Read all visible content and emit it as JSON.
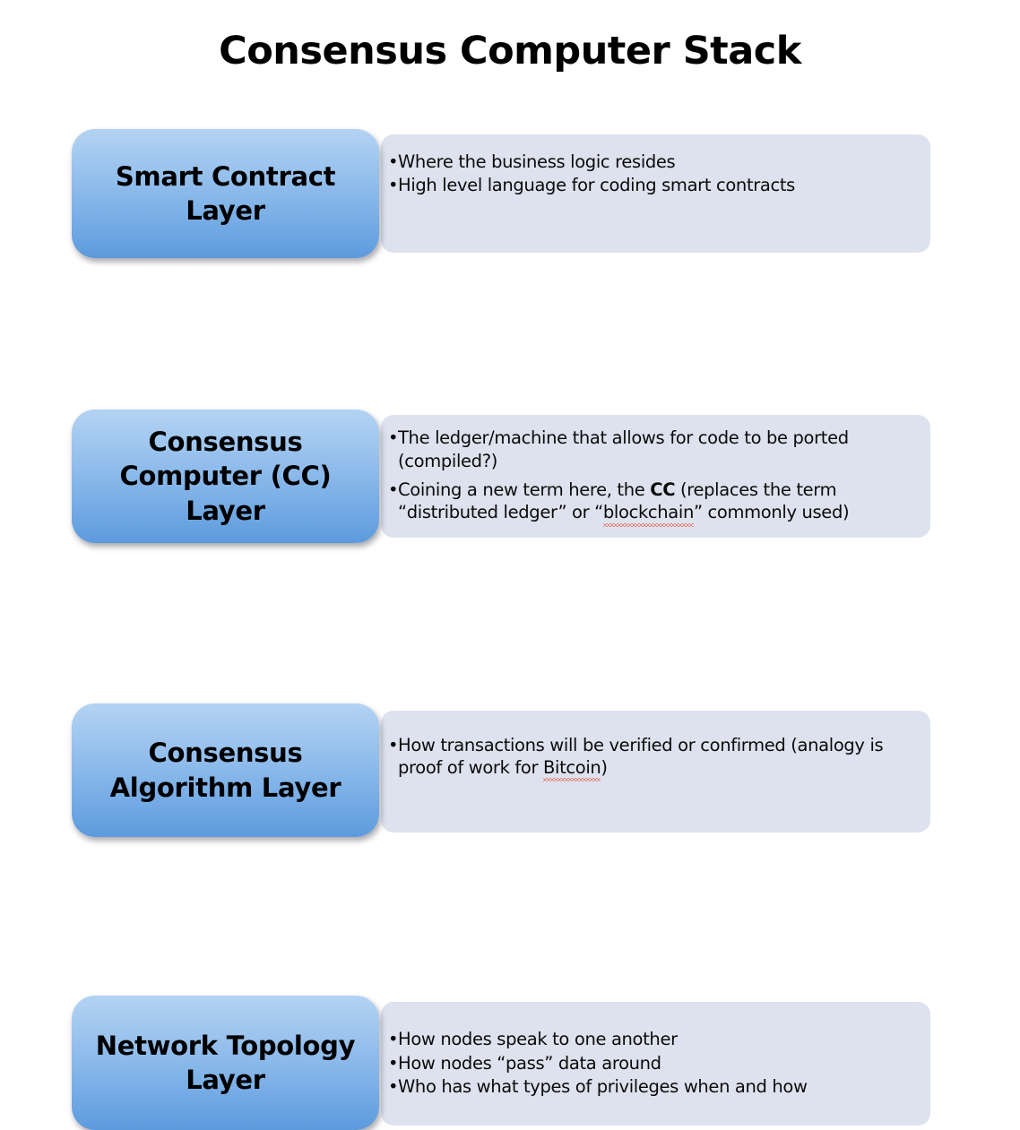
{
  "slide": {
    "title": "Consensus Computer Stack",
    "background_color": "#ffffff",
    "panel_color": "#dde2ee",
    "box_gradient_top": "#b3d3f2",
    "box_gradient_bottom": "#5d9adc"
  },
  "layers": [
    {
      "name": "Smart Contract\nLayer",
      "bullets": [
        {
          "text": "Where the business logic resides"
        },
        {
          "text": "High level language for coding smart contracts"
        }
      ]
    },
    {
      "name": "Consensus\nComputer (CC)\nLayer",
      "bullets": [
        {
          "text": "The ledger/machine that allows for code to be ported (compiled?)"
        },
        {
          "text": "Coining a new term here, the CC (replaces the term “distributed ledger” or “blockchain” commonly used)"
        }
      ]
    },
    {
      "name": "Consensus\nAlgorithm Layer",
      "bullets": [
        {
          "text": "How transactions will be verified or confirmed (analogy is proof of work for Bitcoin)"
        }
      ]
    },
    {
      "name": "Network Topology\nLayer",
      "bullets": [
        {
          "text": "How nodes speak to one another"
        },
        {
          "text": "How nodes “pass” data around"
        },
        {
          "text": "Who has what types of privileges when and how"
        }
      ]
    }
  ],
  "emphasis": {
    "bold_term": "CC",
    "misspelled_words": [
      "blockchain",
      "Bitcoin"
    ]
  }
}
